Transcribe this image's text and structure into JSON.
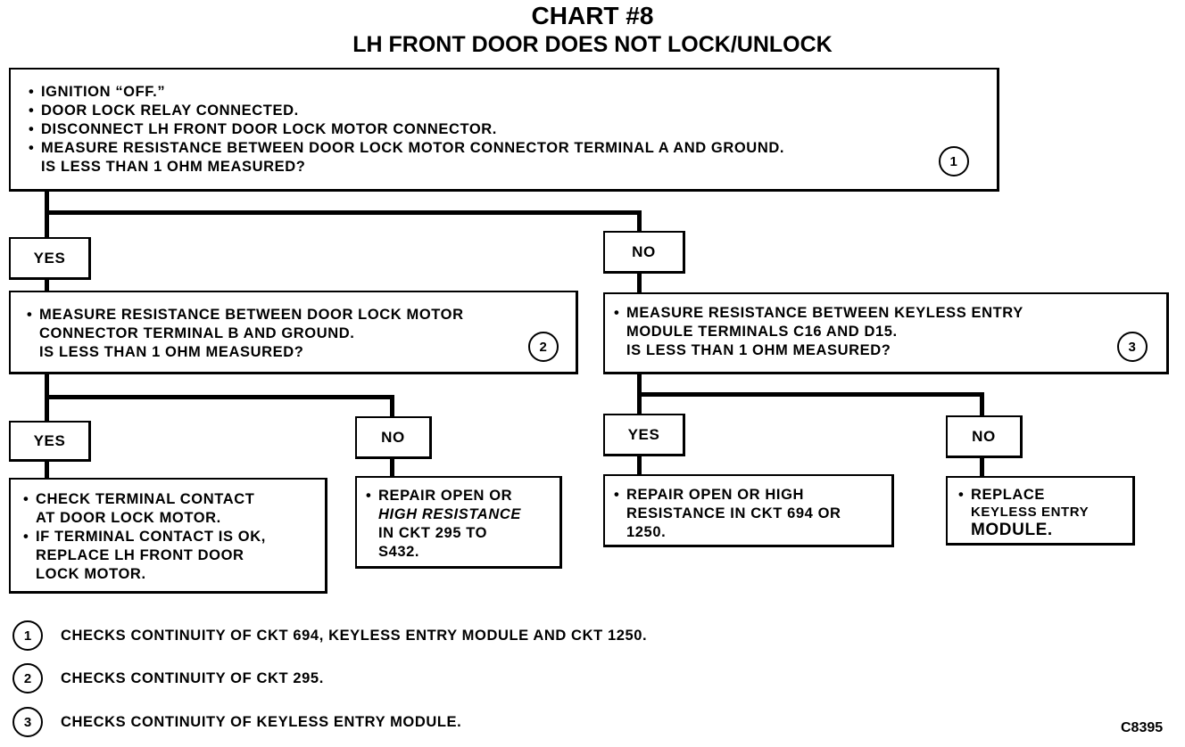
{
  "title": "CHART #8",
  "subtitle": "LH FRONT DOOR DOES NOT LOCK/UNLOCK",
  "box1": {
    "lines": [
      "IGNITION “OFF.”",
      "DOOR LOCK RELAY CONNECTED.",
      "DISCONNECT LH FRONT DOOR LOCK MOTOR CONNECTOR.",
      "MEASURE RESISTANCE BETWEEN DOOR LOCK MOTOR CONNECTOR TERMINAL A AND GROUND."
    ],
    "question": "IS LESS THAN 1 OHM MEASURED?",
    "marker": "1"
  },
  "labels": {
    "yes": "YES",
    "no": "NO"
  },
  "box2": {
    "line1": "MEASURE RESISTANCE BETWEEN DOOR LOCK MOTOR",
    "line2": "CONNECTOR TERMINAL B AND GROUND.",
    "line3": "IS LESS THAN 1 OHM MEASURED?",
    "marker": "2"
  },
  "box3": {
    "line1": "MEASURE RESISTANCE BETWEEN KEYLESS ENTRY",
    "line2": "MODULE TERMINALS C16 AND D15.",
    "line3": "IS LESS THAN 1 OHM MEASURED?",
    "marker": "3"
  },
  "result1": {
    "b1_l1": "CHECK TERMINAL CONTACT",
    "b1_l2": "AT DOOR LOCK MOTOR.",
    "b2_l1": "IF TERMINAL CONTACT IS OK,",
    "b2_l2": "REPLACE LH FRONT DOOR",
    "b2_l3": "LOCK MOTOR."
  },
  "result2": {
    "l1": "REPAIR OPEN OR",
    "l2": "HIGH RESISTANCE",
    "l3": "IN CKT 295 TO",
    "l4": "S432."
  },
  "result3": {
    "l1": "REPAIR OPEN OR HIGH",
    "l2": "RESISTANCE IN CKT 694 OR",
    "l3": "1250."
  },
  "result4": {
    "l1": "REPLACE",
    "l2": "KEYLESS ENTRY",
    "l3": "MODULE."
  },
  "notes": [
    {
      "marker": "1",
      "text": "CHECKS CONTINUITY OF CKT 694, KEYLESS ENTRY MODULE AND CKT 1250."
    },
    {
      "marker": "2",
      "text": "CHECKS CONTINUITY OF CKT 295."
    },
    {
      "marker": "3",
      "text": "CHECKS CONTINUITY OF KEYLESS ENTRY MODULE."
    }
  ],
  "figure_code": "C8395"
}
